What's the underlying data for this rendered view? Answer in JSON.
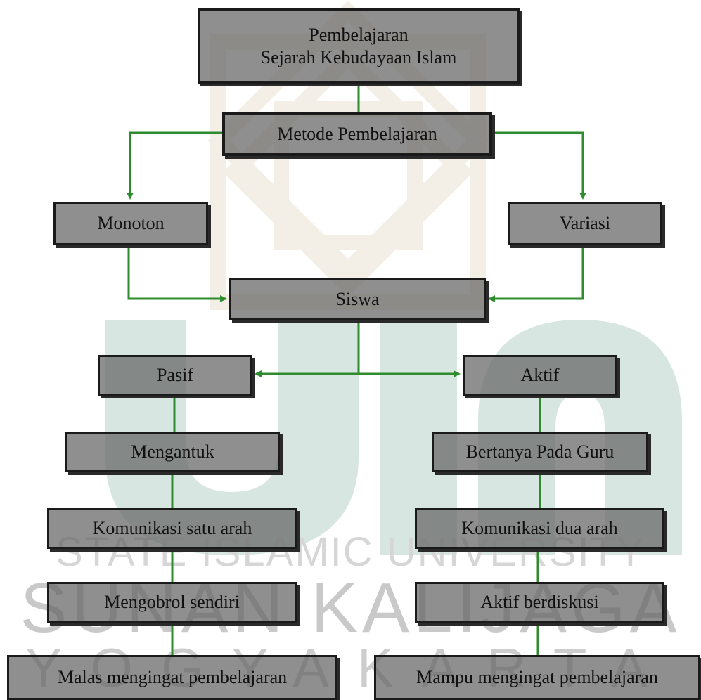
{
  "watermark": {
    "line1": "STATE ISLAMIC UNIVERSITY",
    "line2": "SUNAN KALIJAGA",
    "line3": "YOGYAKARTA"
  },
  "nodes": {
    "root": "Pembelajaran\nSejarah Kebudayaan Islam",
    "metode": "Metode Pembelajaran",
    "monoton": "Monoton",
    "variasi": "Variasi",
    "siswa": "Siswa",
    "pasif": "Pasif",
    "aktif": "Aktif",
    "mengantuk": "Mengantuk",
    "bertanya": "Bertanya Pada Guru",
    "komunikasi_satu": "Komunikasi satu arah",
    "komunikasi_dua": "Komunikasi dua arah",
    "mengobrol": "Mengobrol sendiri",
    "berdiskusi": "Aktif berdiskusi",
    "malas": "Malas mengingat pembelajaran",
    "mampu": "Mampu mengingat pembelajaran"
  },
  "colors": {
    "edge": "#2e8b2e",
    "node_fill": "#646464",
    "node_border": "#1a1a1a",
    "watermark_green": "#4f8f76",
    "watermark_gold": "#c8a878"
  }
}
